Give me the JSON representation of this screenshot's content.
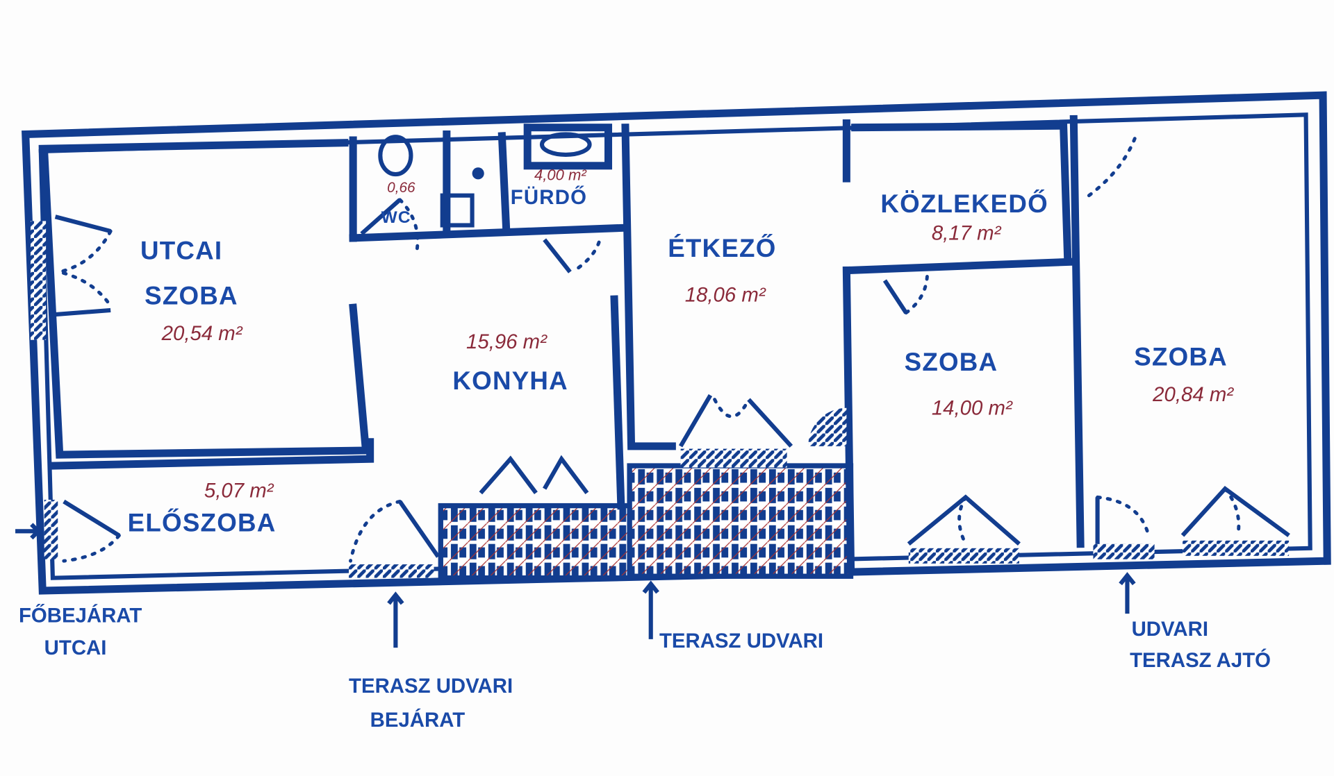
{
  "rooms": {
    "utcai_szoba": {
      "name_1": "UTCAI",
      "name_2": "SZOBA",
      "area": "20,54 m²"
    },
    "konyha": {
      "name": "KONYHA",
      "area": "15,96 m²"
    },
    "etkezo": {
      "name": "ÉTKEZŐ",
      "area": "18,06 m²"
    },
    "kozlekedo": {
      "name": "KÖZLEKEDŐ",
      "area": "8,17 m²"
    },
    "szoba_1": {
      "name": "SZOBA",
      "area": "14,00 m²"
    },
    "szoba_2": {
      "name": "SZOBA",
      "area": "20,84 m²"
    },
    "eloszoba": {
      "name": "ELŐSZOBA",
      "area": "5,07 m²"
    },
    "furdo": {
      "name": "FÜRDŐ",
      "area": "4,00 m²"
    },
    "wc": {
      "name": "WC",
      "area": "0,66"
    }
  },
  "annotations": {
    "main_entrance": {
      "line_1": "FŐBEJÁRAT",
      "line_2": "UTCAI"
    },
    "terrace_entrance": {
      "line_1": "TERASZ UDVARI",
      "line_2": "BEJÁRAT"
    },
    "terrace": {
      "line_1": "TERASZ UDVARI"
    },
    "terrace_door": {
      "line_1": "UDVARI",
      "line_2": "TERASZ AJTÓ"
    }
  },
  "colors": {
    "ink": "#123d8f",
    "area_ink": "#8a2a3a"
  }
}
